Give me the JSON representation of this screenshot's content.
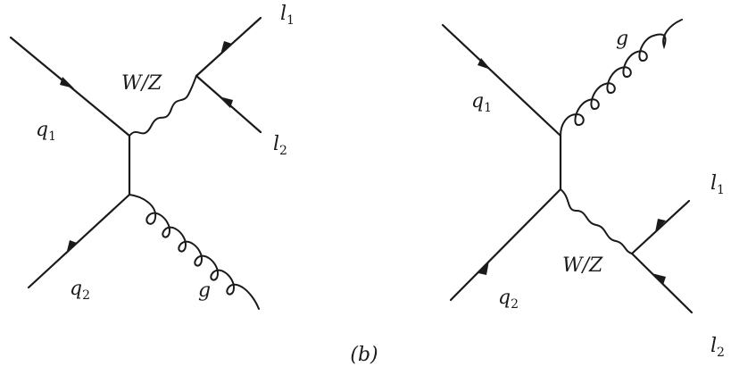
{
  "caption": "(b)",
  "diagram_left": {
    "q1": {
      "main": "q",
      "sub": "1"
    },
    "q2": {
      "main": "q",
      "sub": "2"
    },
    "l1": {
      "main": "l",
      "sub": "1"
    },
    "l2": {
      "main": "l",
      "sub": "2"
    },
    "boson": "W/Z",
    "gluon": "g"
  },
  "diagram_right": {
    "q1": {
      "main": "q",
      "sub": "1"
    },
    "q2": {
      "main": "q",
      "sub": "2"
    },
    "l1": {
      "main": "l",
      "sub": "1"
    },
    "l2": {
      "main": "l",
      "sub": "2"
    },
    "boson": "W/Z",
    "gluon": "g"
  }
}
